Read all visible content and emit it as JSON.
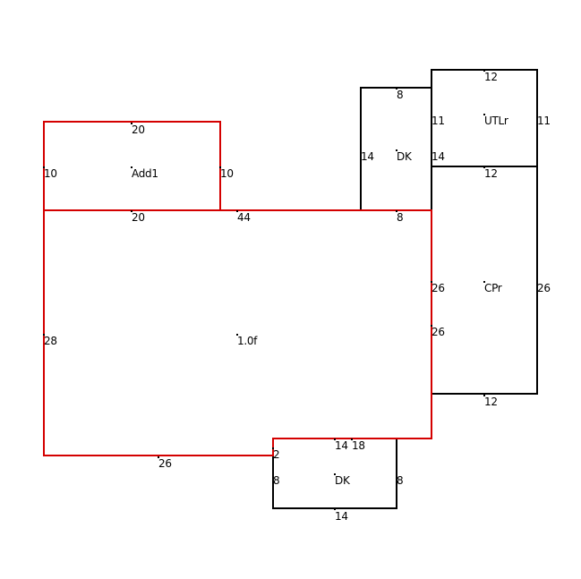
{
  "colors": {
    "outline_main": "#d40000",
    "outline_room": "#000000",
    "background": "#ffffff",
    "text": "#000000"
  },
  "rooms": [
    {
      "id": "main",
      "name": "1.0f",
      "outline": "red"
    },
    {
      "id": "add1",
      "name": "Add1",
      "outline": "red"
    },
    {
      "id": "dk_top",
      "name": "DK",
      "outline": "black"
    },
    {
      "id": "utlr",
      "name": "UTLr",
      "outline": "black"
    },
    {
      "id": "cpr",
      "name": "CPr",
      "outline": "black"
    },
    {
      "id": "dk_bottom",
      "name": "DK",
      "outline": "black"
    }
  ],
  "labels": {
    "add1_name": "Add1",
    "add1_top": "20",
    "add1_left": "10",
    "add1_right": "10",
    "add1_bottom": "20",
    "main_name": "1.0f",
    "main_top": "44",
    "main_left": "28",
    "main_bottom": "26",
    "main_right": "26",
    "main_step": "2",
    "main_bottom_right": "18",
    "dk_top_name": "DK",
    "dk_top_top": "8",
    "dk_top_left": "14",
    "dk_top_right": "14",
    "dk_top_bottom": "8",
    "utlr_name": "UTLr",
    "utlr_top": "12",
    "utlr_left": "11",
    "utlr_right": "11",
    "utlr_bottom": "12",
    "cpr_name": "CPr",
    "cpr_left": "26",
    "cpr_right": "26",
    "cpr_bottom": "12",
    "dk_bottom_name": "DK",
    "dk_bottom_top": "14",
    "dk_bottom_left": "8",
    "dk_bottom_right": "8",
    "dk_bottom_bottom": "14"
  }
}
